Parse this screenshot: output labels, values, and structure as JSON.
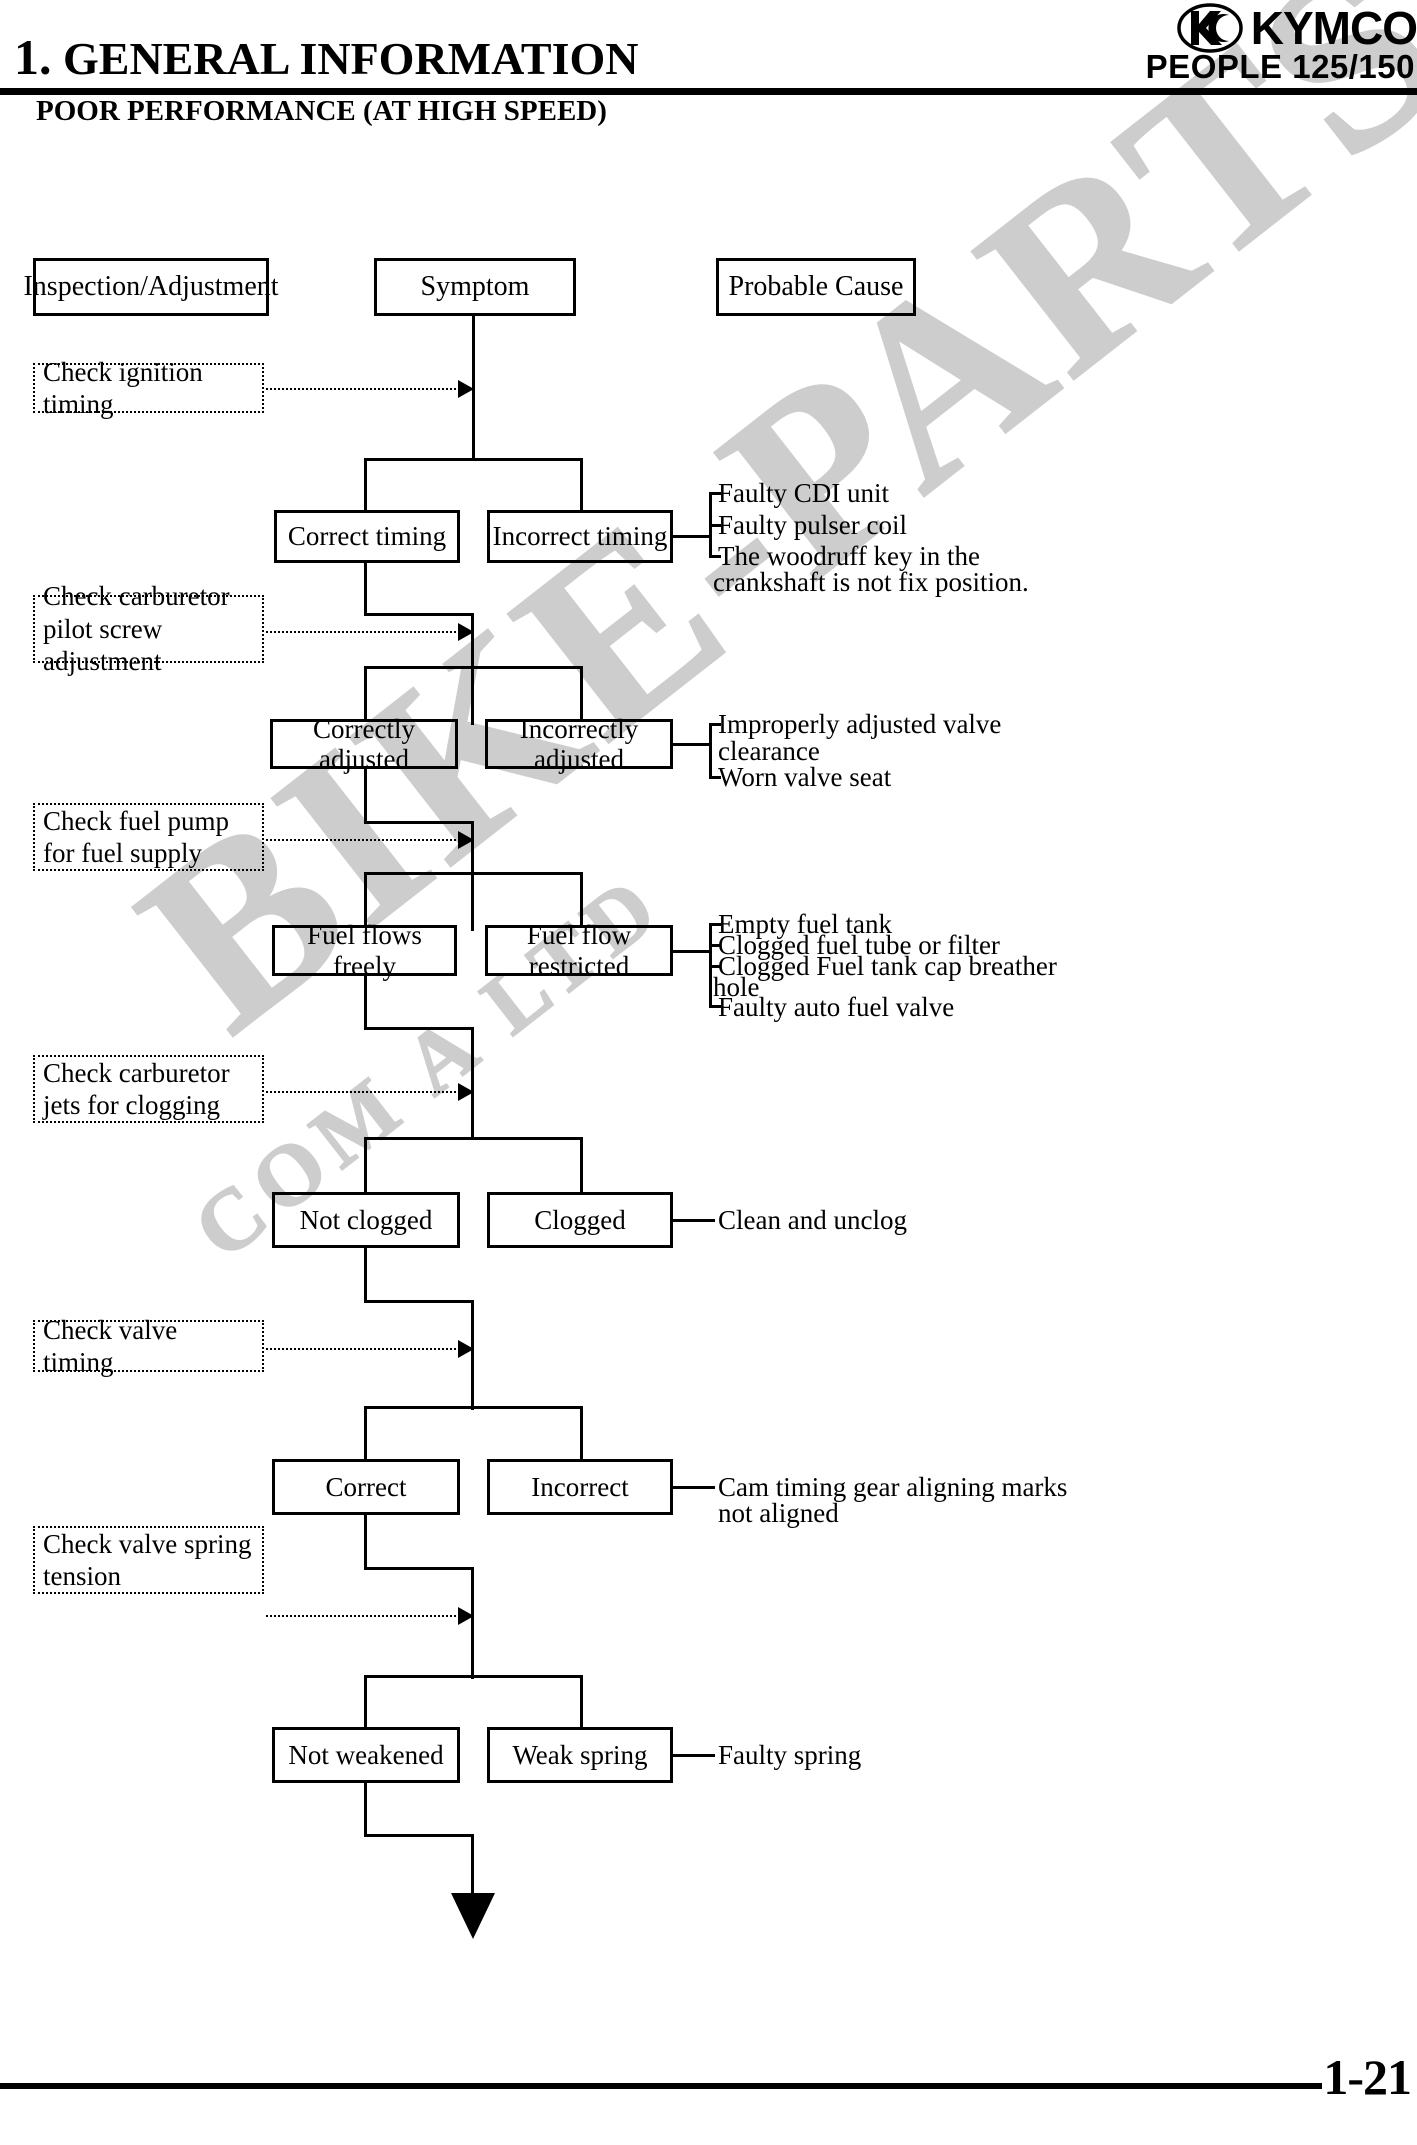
{
  "header": {
    "section_number": "1.",
    "title": "GENERAL INFORMATION",
    "subtitle": "POOR PERFORMANCE (AT HIGH SPEED)",
    "brand": "KYMCO",
    "model": "PEOPLE 125/150",
    "logo_icon": "kymco-logo-icon"
  },
  "footer": {
    "page_number": "1-21"
  },
  "watermark": {
    "line1": "BIKE-PARTS",
    "line2": "COM A LTD"
  },
  "columns": {
    "inspection": "Inspection/Adjustment",
    "symptom": "Symptom",
    "probable_cause": "Probable Cause"
  },
  "flow": {
    "steps": [
      {
        "check": "Check ignition timing",
        "pass": "Correct timing",
        "fail": "Incorrect timing",
        "causes": [
          "Faulty CDI unit",
          "Faulty pulser coil",
          "The woodruff key in the",
          "crankshaft is not fix position."
        ]
      },
      {
        "check": "Check carburetor pilot screw adjustment",
        "pass": "Correctly adjusted",
        "fail": "Incorrectly adjusted",
        "causes": [
          "Improperly adjusted valve",
          "clearance",
          "Worn valve seat"
        ]
      },
      {
        "check": "Check fuel pump for fuel supply",
        "pass": "Fuel flows freely",
        "fail": "Fuel flow restricted",
        "causes": [
          "Empty fuel tank",
          "Clogged fuel tube or filter",
          "Clogged Fuel tank cap breather",
          "hole",
          "Faulty auto fuel valve"
        ]
      },
      {
        "check": "Check carburetor jets for clogging",
        "pass": "Not clogged",
        "fail": "Clogged",
        "causes": [
          "Clean and unclog"
        ]
      },
      {
        "check": "Check valve timing",
        "pass": "Correct",
        "fail": "Incorrect",
        "causes": [
          "Cam timing gear aligning marks",
          "not aligned"
        ]
      },
      {
        "check": "Check valve spring tension",
        "pass": "Not weakened",
        "fail": "Weak spring",
        "causes": [
          "Faulty spring"
        ]
      }
    ]
  }
}
